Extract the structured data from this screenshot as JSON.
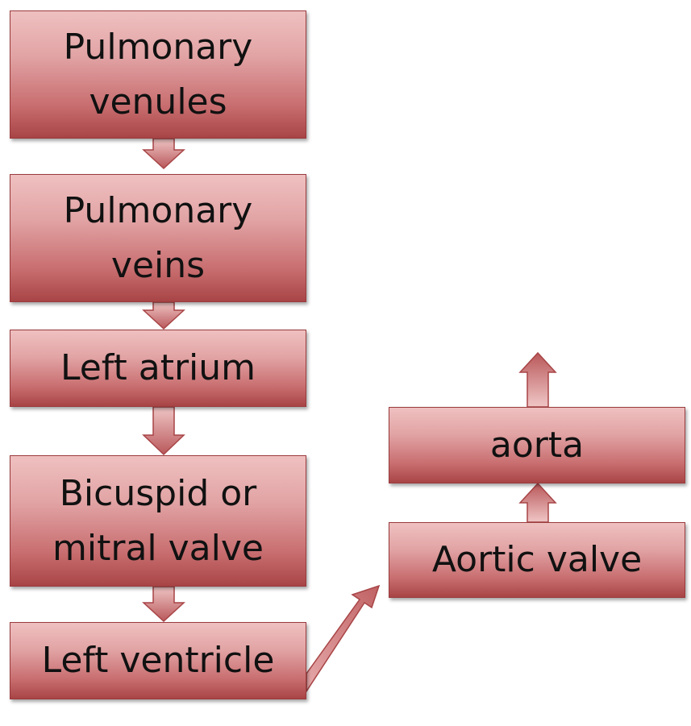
{
  "nodes": {
    "pulmonary_venules": "Pulmonary venules",
    "pulmonary_veins": "Pulmonary veins",
    "left_atrium": "Left atrium",
    "bicuspid_valve": "Bicuspid or mitral valve",
    "left_ventricle": "Left ventricle",
    "aortic_valve": "Aortic valve",
    "aorta": "aorta"
  },
  "colors": {
    "box_top": "#efc0c0",
    "box_bottom": "#a84446",
    "border": "#9a3b3d",
    "arrow_top": "#f0c6c6",
    "arrow_bottom": "#b9585a"
  }
}
